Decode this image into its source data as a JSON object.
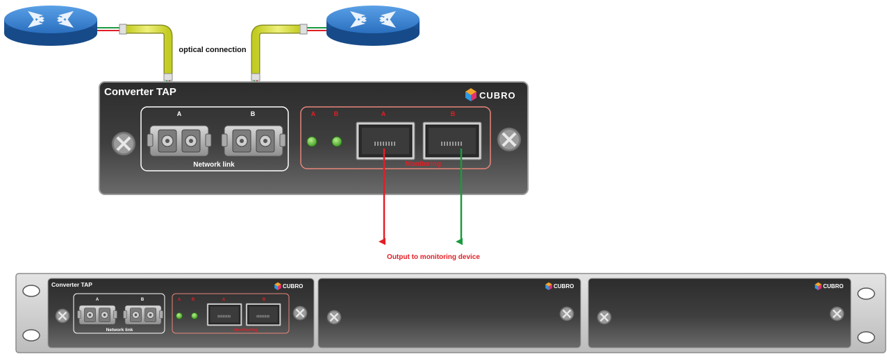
{
  "labels": {
    "optical_connection": "optical connection",
    "output_to_monitoring": "Output to monitoring device"
  },
  "module": {
    "title": "Converter TAP",
    "brand": "CUBRO",
    "port_a": "A",
    "port_b": "B",
    "network_link": "Network link",
    "led_a": "A",
    "led_b": "B",
    "mon_a": "A",
    "mon_b": "B",
    "monitoring": "Monitoring"
  },
  "chassis": {
    "slot1": {
      "title": "Converter TAP",
      "brand": "CUBRO",
      "port_a": "A",
      "port_b": "B",
      "network_link": "Network link",
      "led_a": "A",
      "led_b": "B",
      "mon_a": "A",
      "mon_b": "B",
      "monitoring": "Monitoring"
    },
    "slot2": {
      "brand": "CUBRO"
    },
    "slot3": {
      "brand": "CUBRO"
    }
  },
  "colors": {
    "router_blue": "#2e78c8",
    "cable_yellow": "#d8e23a",
    "panel_dark": "#3b3b3b",
    "signal_red": "#e31e24",
    "signal_green": "#1a9a3f",
    "led_green": "#5ec43a"
  },
  "icons": [
    "router-icon",
    "screw-icon",
    "cubro-logo-icon",
    "rj45-port-icon",
    "sc-fiber-port-icon",
    "led-indicator-icon"
  ]
}
